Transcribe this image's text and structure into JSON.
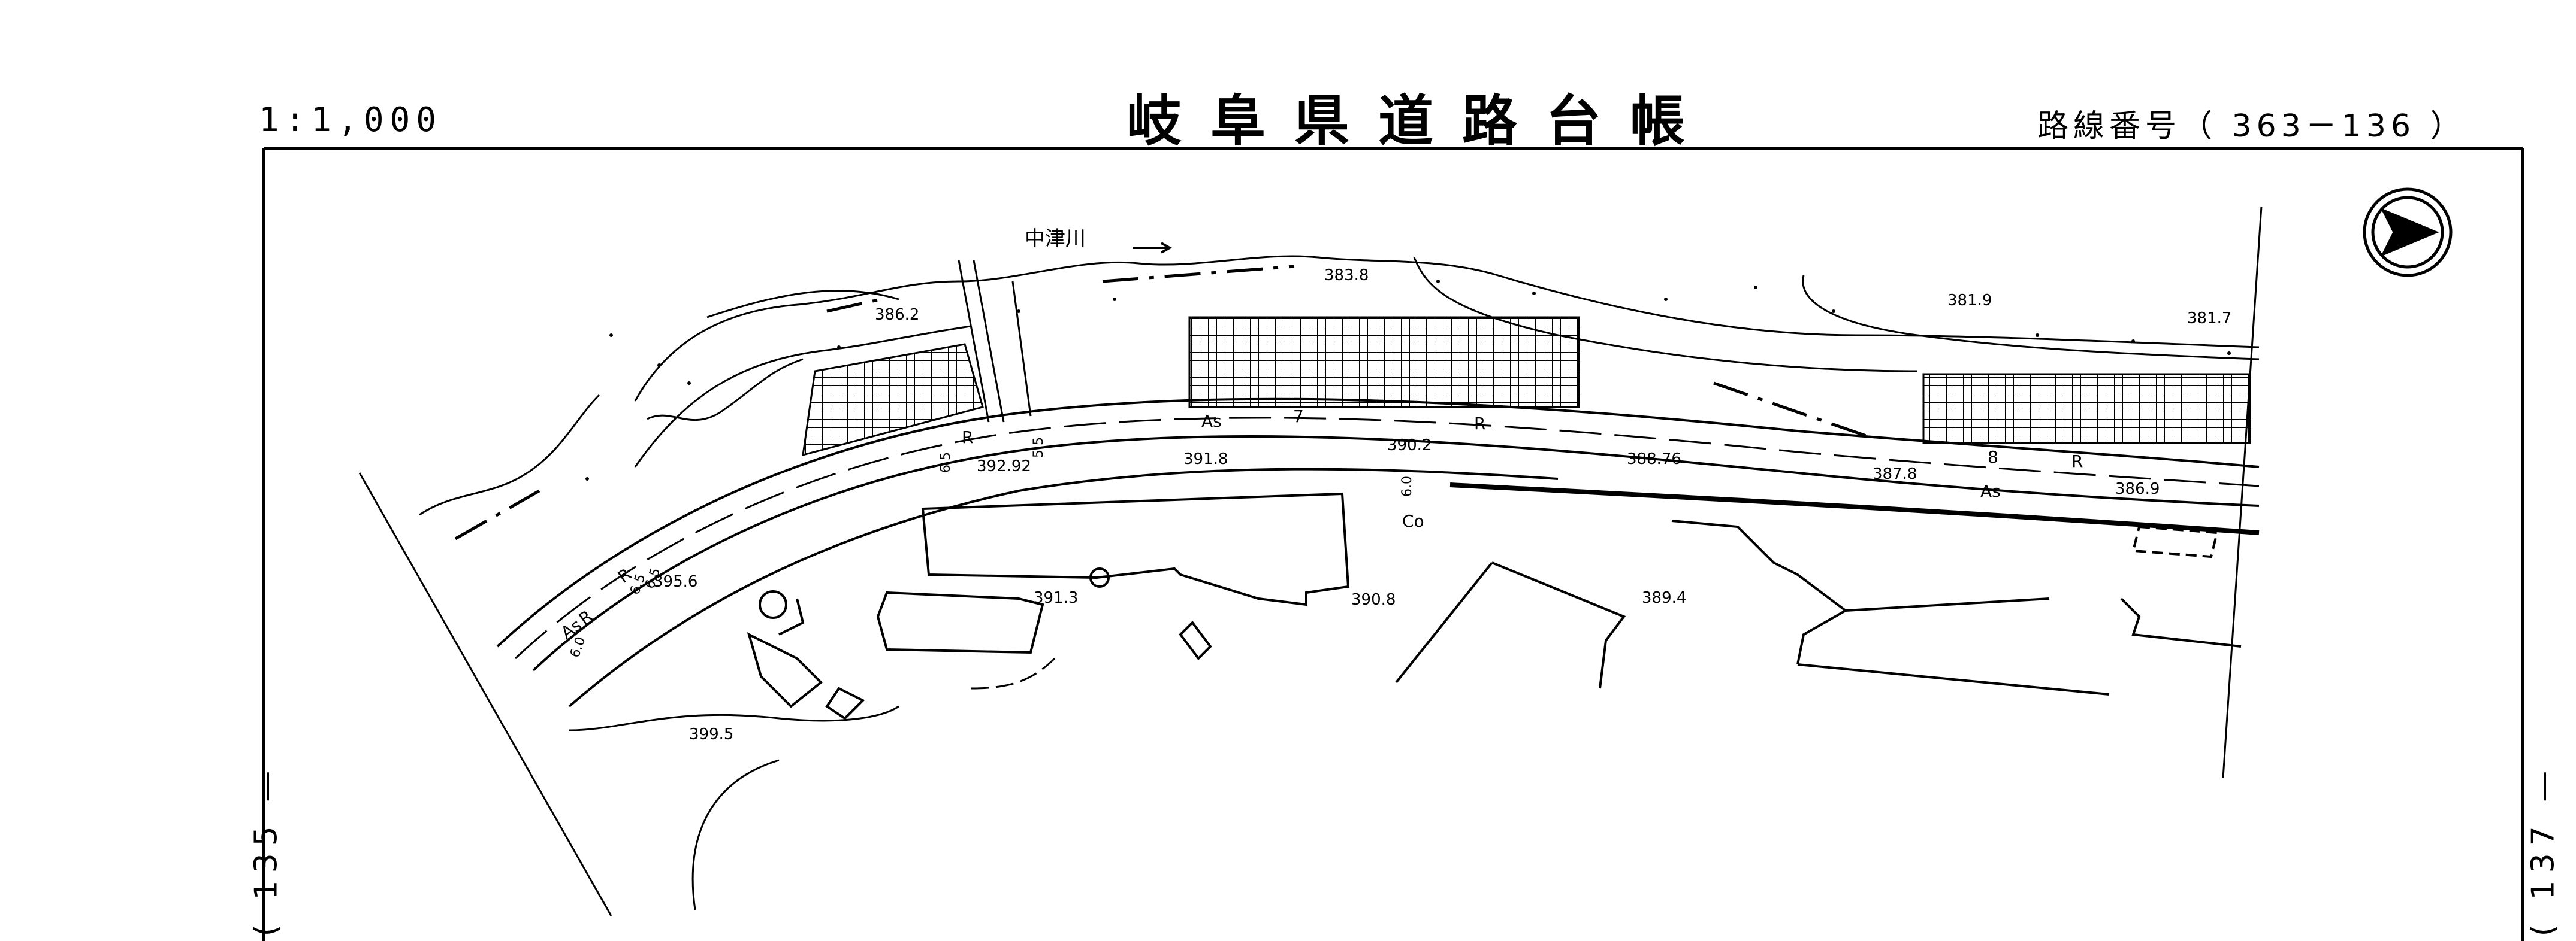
{
  "header": {
    "scale": "1:1,000",
    "title": "岐阜県道路台帳",
    "route_label": "路線番号（",
    "route_number": "363－136",
    "route_close": "）"
  },
  "adjacent_sheets": {
    "left": "135",
    "right": "137"
  },
  "map": {
    "river_label": "中津川",
    "elevations": [
      "383.8",
      "381.9",
      "381.7",
      "386.2",
      "391.8",
      "390.2",
      "388.76",
      "387.8",
      "386.9",
      "392.92",
      "391.3",
      "390.8",
      "389.4",
      "395.6",
      "399.5"
    ],
    "surface_labels": [
      "As",
      "As",
      "As",
      "Co"
    ],
    "markers": [
      "R",
      "R",
      "R",
      "R",
      "R",
      "7",
      "8"
    ],
    "widths": [
      "6.5",
      "5.5",
      "6.0",
      "6.5",
      "6.5",
      "6.0"
    ]
  },
  "colors": {
    "ink": "#000000",
    "paper": "#ffffff"
  }
}
